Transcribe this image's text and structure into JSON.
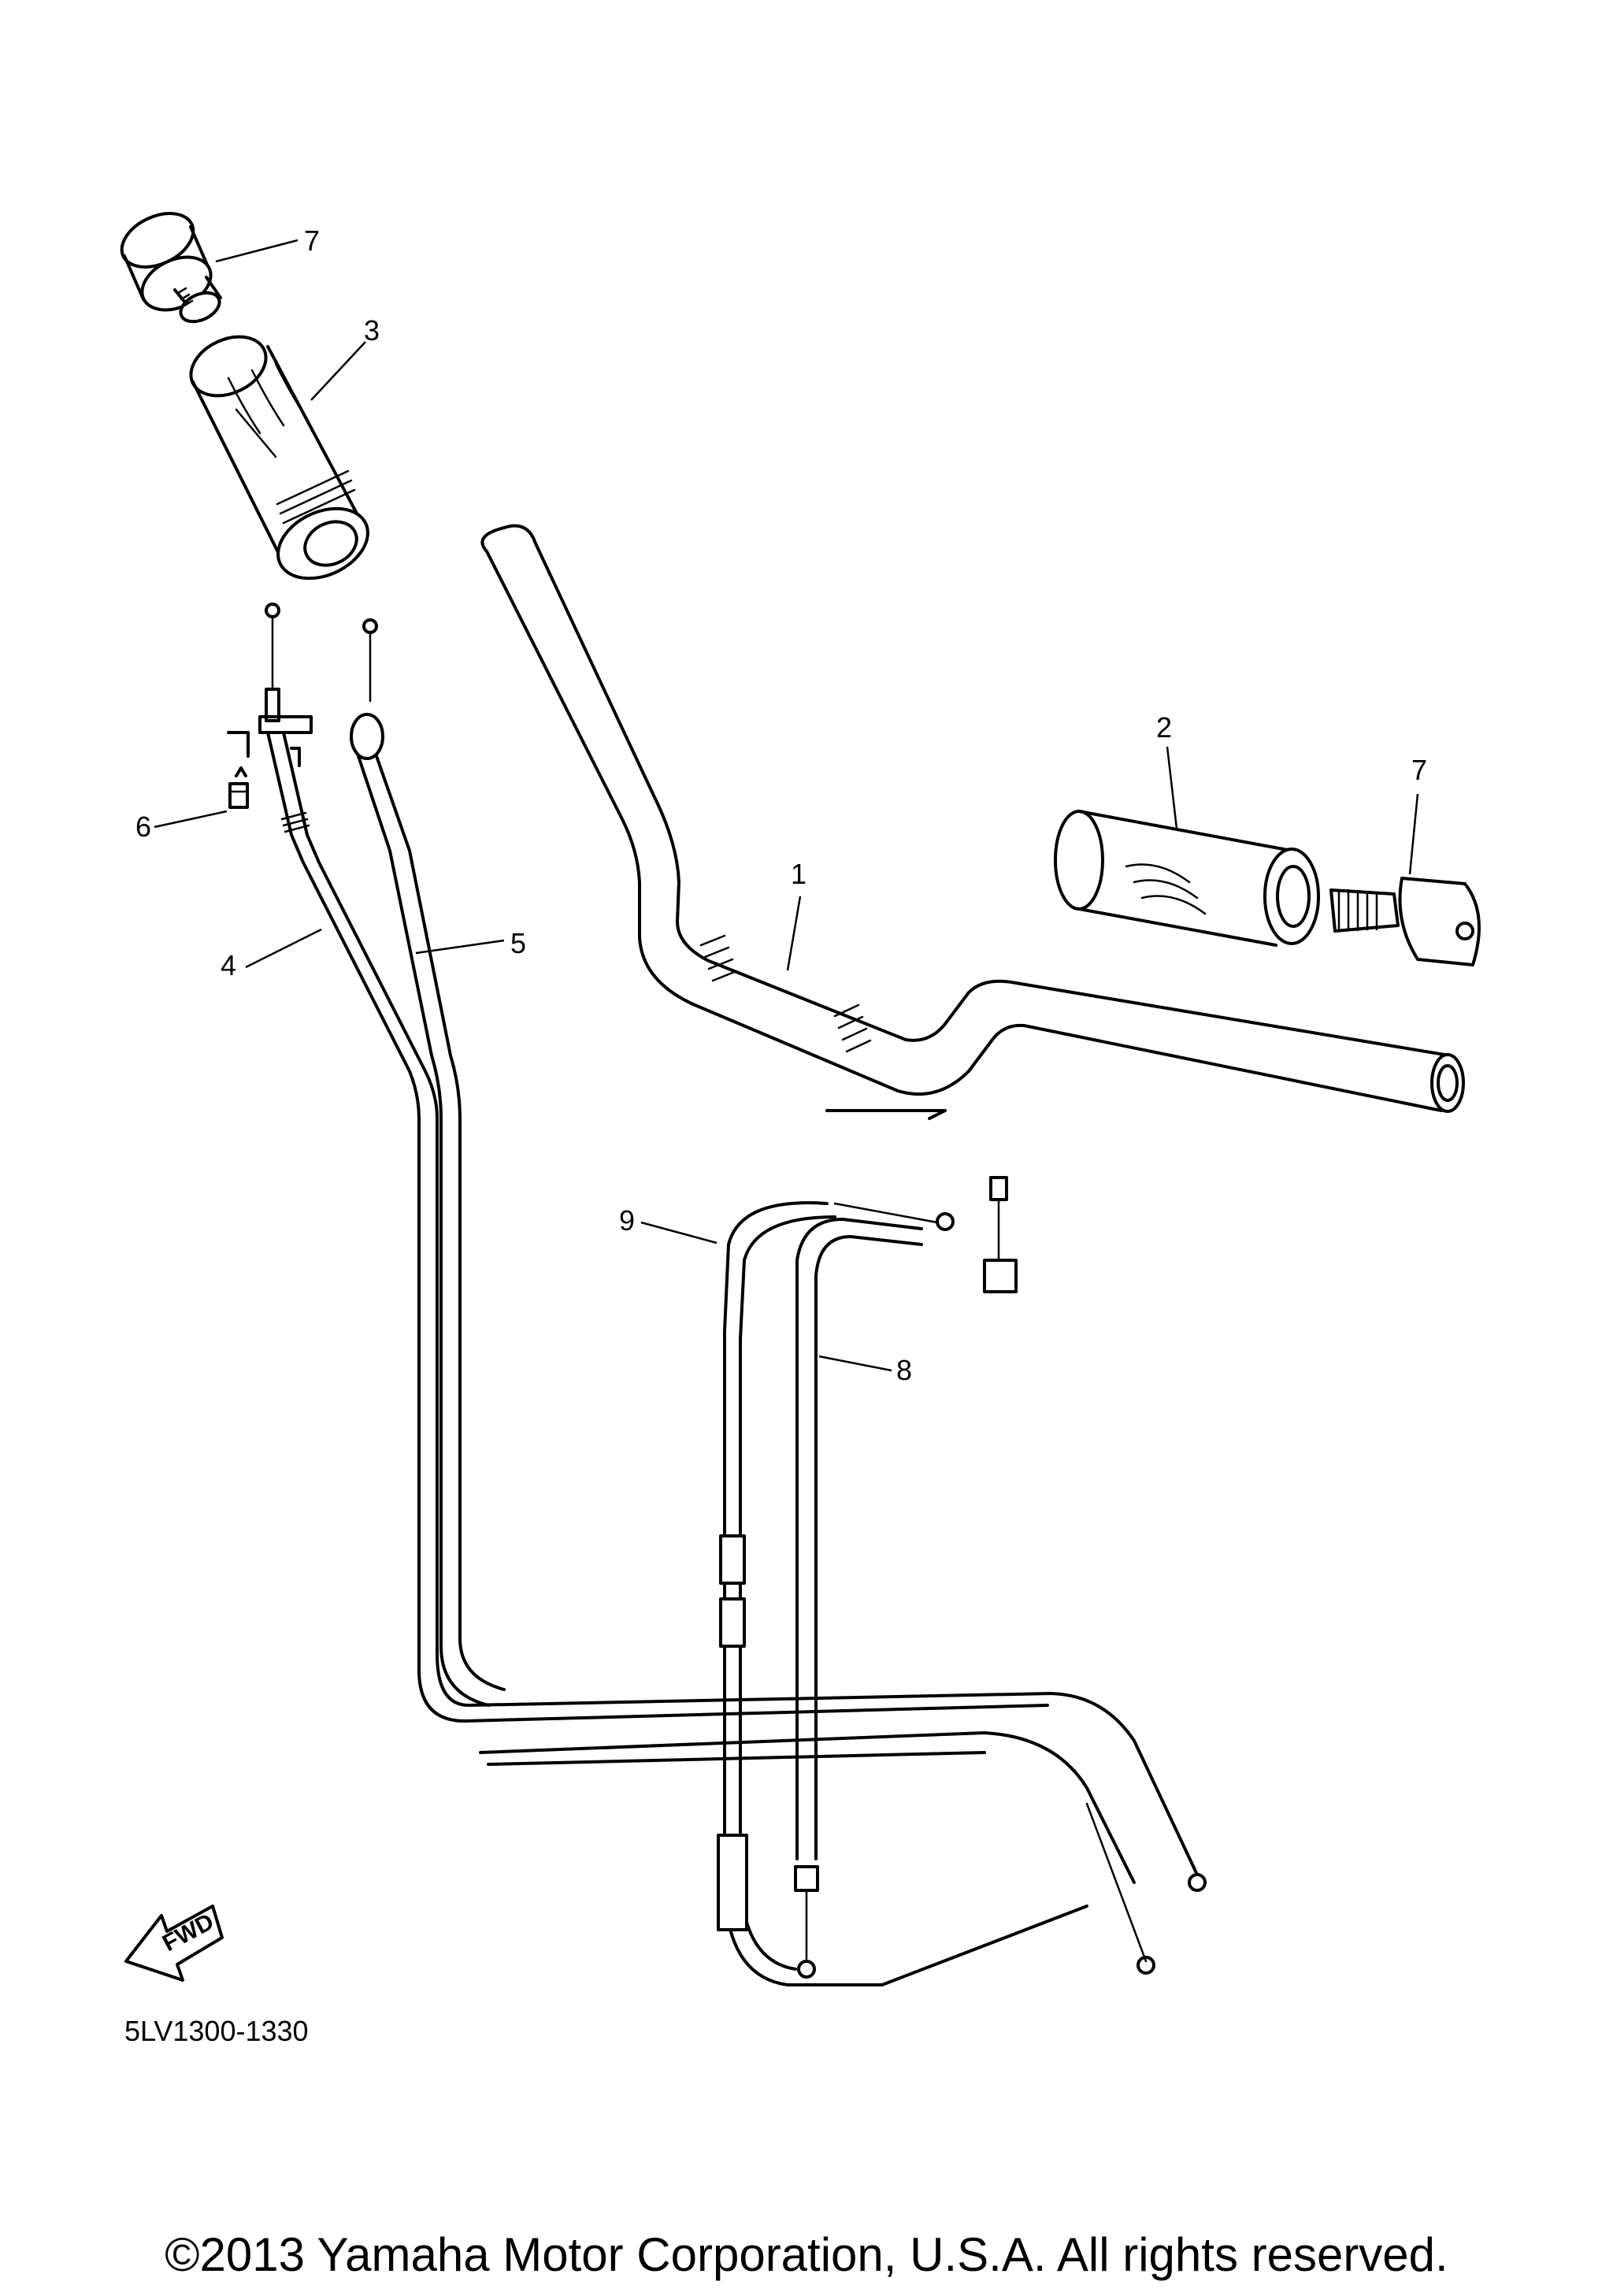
{
  "callouts": {
    "c1": "1",
    "c2": "2",
    "c3": "3",
    "c4": "4",
    "c5": "5",
    "c6": "6",
    "c7a": "7",
    "c7b": "7",
    "c8": "8",
    "c9": "9"
  },
  "fwd_arrow": {
    "label": "FWD",
    "icon": "forward-arrow-icon"
  },
  "diagram_code": "5LV1300-1330",
  "copyright": "©2013 Yamaha Motor Corporation, U.S.A. All rights reserved.",
  "colors": {
    "line": "#000000",
    "background": "#ffffff"
  }
}
